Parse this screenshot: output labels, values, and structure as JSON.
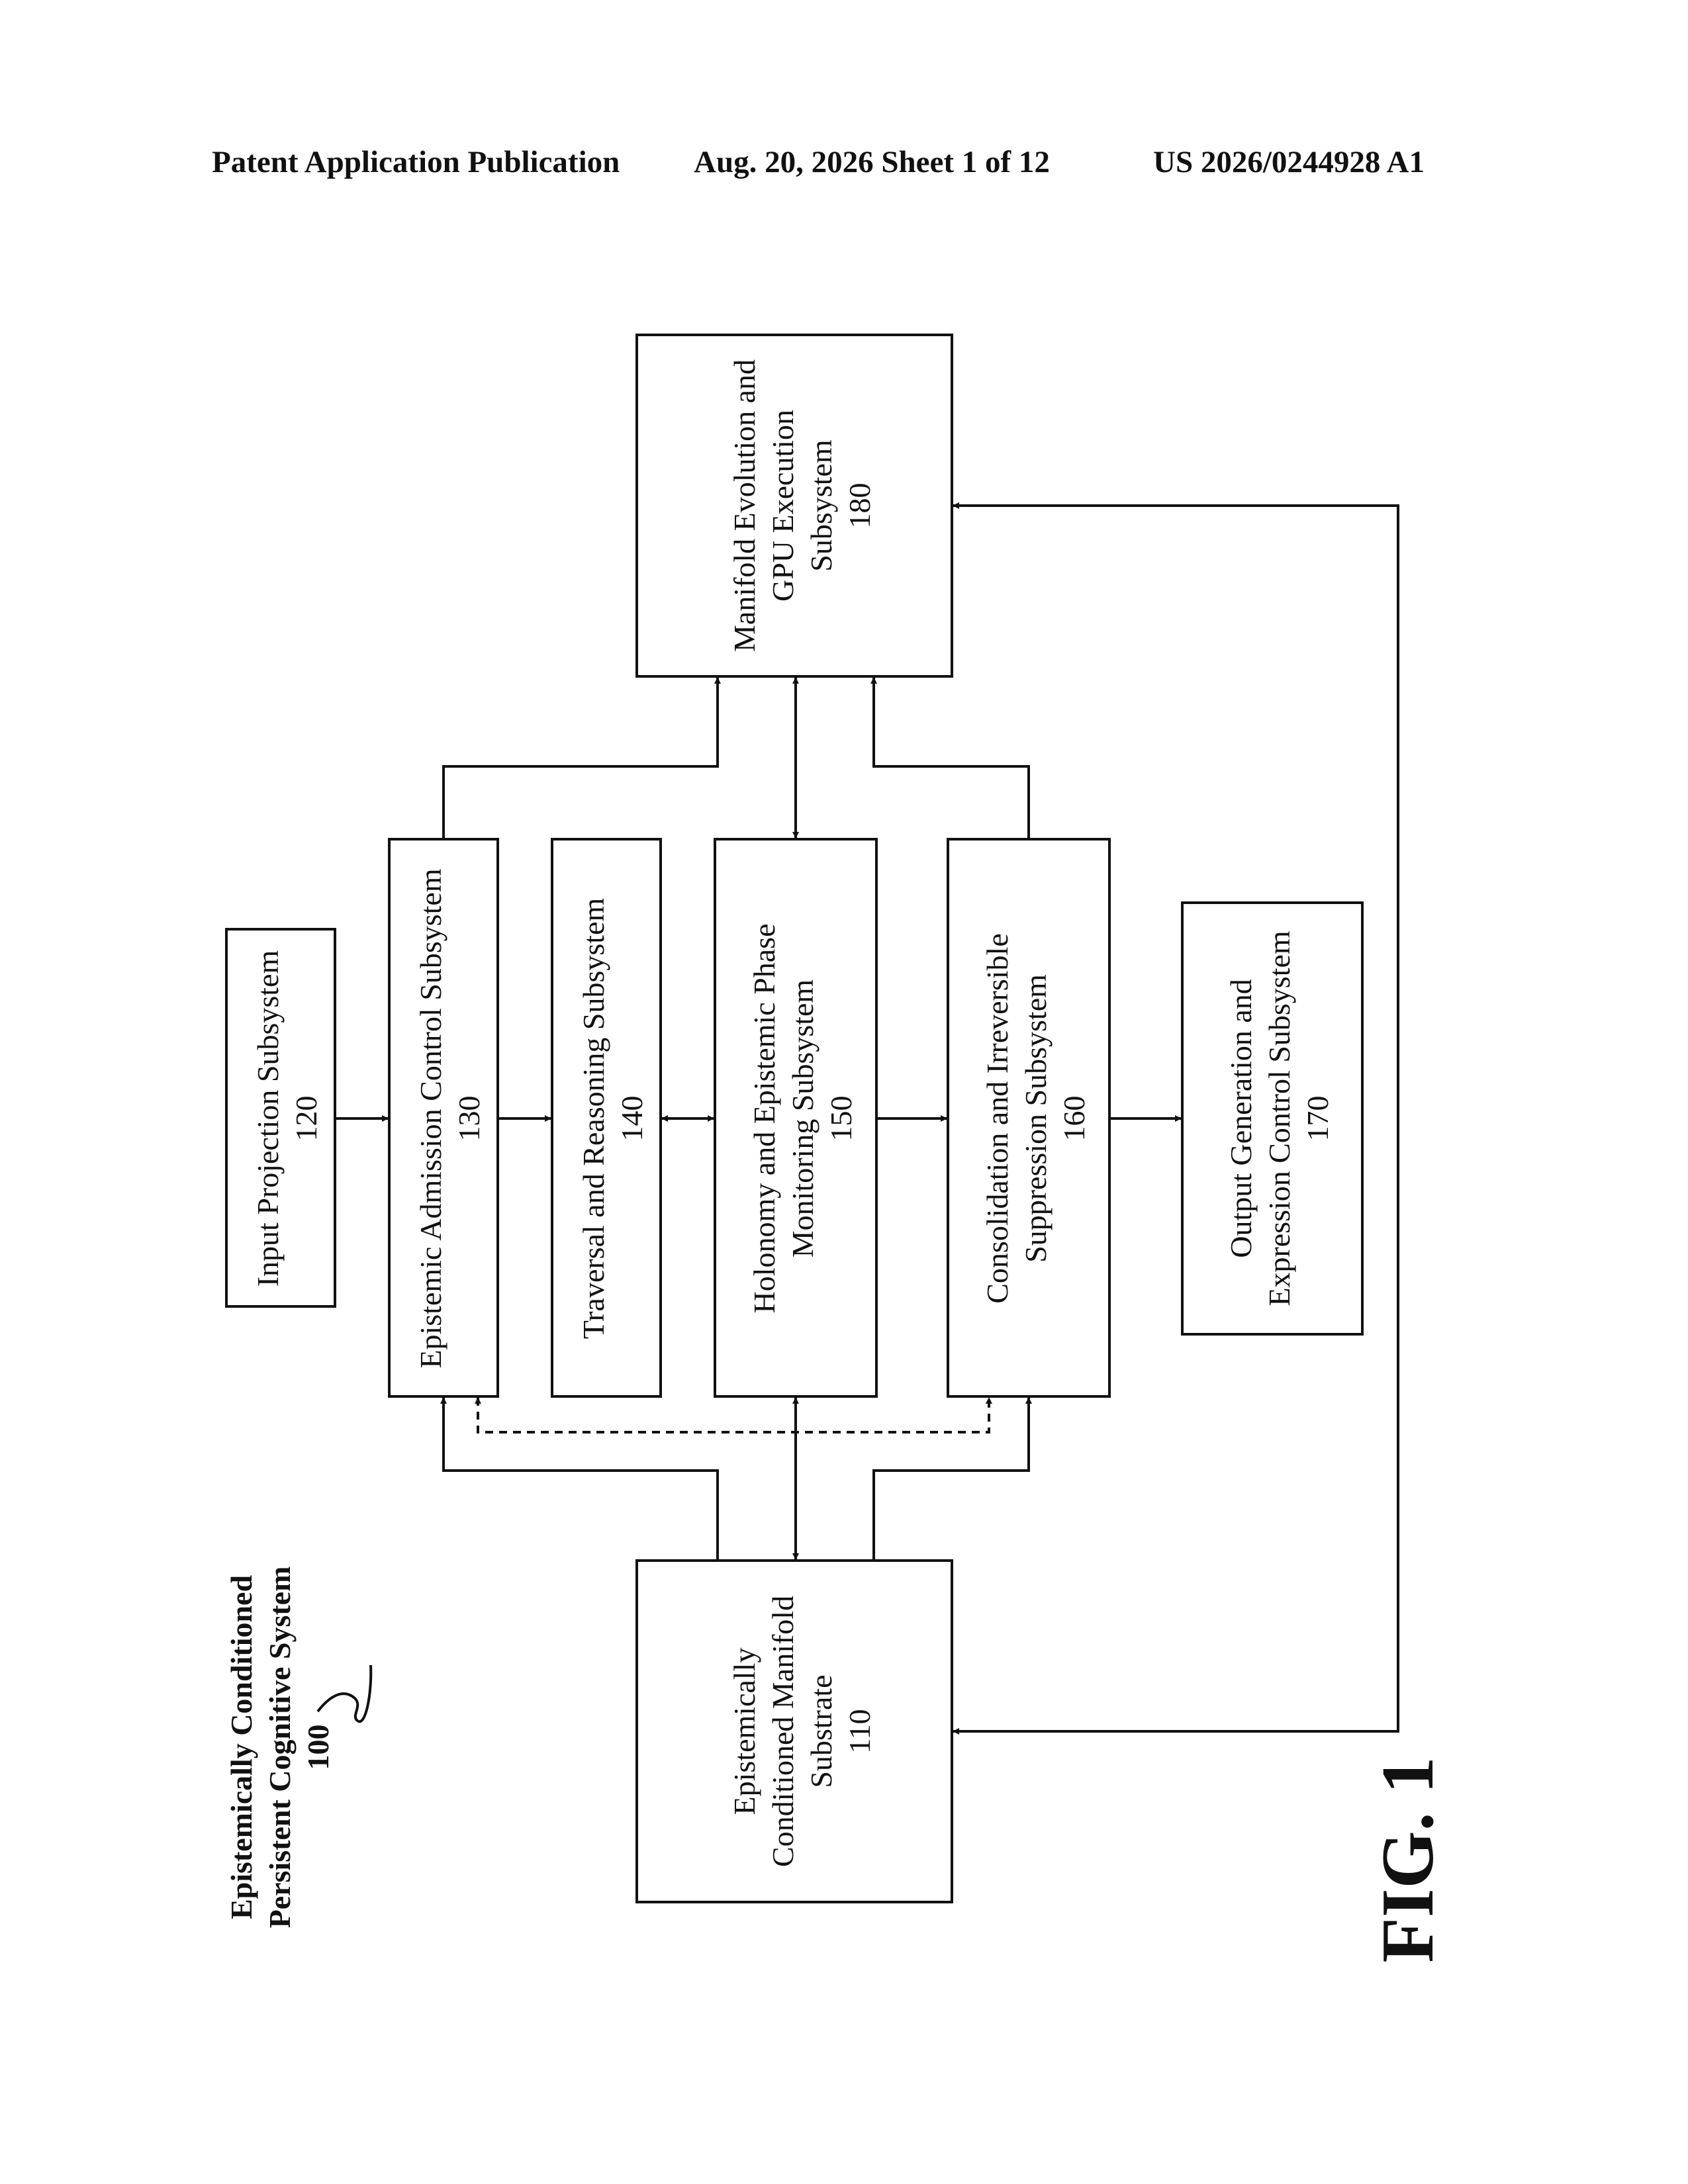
{
  "header": {
    "publication": "Patent Application Publication",
    "date_sheet": "Aug. 20, 2026  Sheet 1 of 12",
    "number": "US 2026/0244928 A1"
  },
  "system": {
    "title_line1": "Epistemically Conditioned",
    "title_line2": "Persistent Cognitive System",
    "ref": "100"
  },
  "boxes": {
    "b110": {
      "lines": [
        "Epistemically",
        "Conditioned Manifold",
        "Substrate"
      ],
      "ref": "110"
    },
    "b120": {
      "lines": [
        "Input Projection Subsystem"
      ],
      "ref": "120"
    },
    "b130": {
      "lines": [
        "Epistemic Admission Control Subsystem"
      ],
      "ref": "130"
    },
    "b140": {
      "lines": [
        "Traversal and Reasoning Subsystem"
      ],
      "ref": "140"
    },
    "b150": {
      "lines": [
        "Holonomy and Epistemic Phase",
        "Monitoring Subsystem"
      ],
      "ref": "150"
    },
    "b160": {
      "lines": [
        "Consolidation and Irreversible",
        "Suppression Subsystem"
      ],
      "ref": "160"
    },
    "b170": {
      "lines": [
        "Output Generation and",
        "Expression Control Subsystem"
      ],
      "ref": "170"
    },
    "b180": {
      "lines": [
        "Manifold Evolution and",
        "GPU Execution",
        "Subsystem"
      ],
      "ref": "180"
    }
  },
  "figure_label": "FIG. 1"
}
